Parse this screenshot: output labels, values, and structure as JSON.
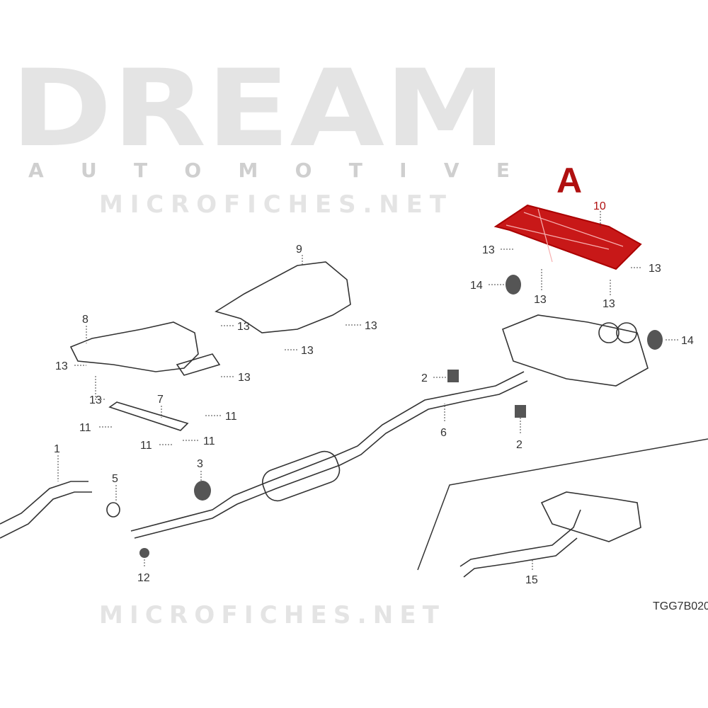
{
  "title_marker": "A",
  "highlight_color": "#b01010",
  "watermarks": {
    "site_top": "MICROFICHES.NET",
    "site_bottom": "MICROFICHES.NET",
    "brand": "DREAM",
    "brand_sub": "A U T O M O T I V E"
  },
  "diagram_code": "TGG7B020",
  "callouts": {
    "p10": "10",
    "p9": "9",
    "p8": "8",
    "p7": "7",
    "p6": "6",
    "p5": "5",
    "p3": "3",
    "p1": "1",
    "p12": "12",
    "p15": "15",
    "p2a": "2",
    "p2b": "2",
    "p14a": "14",
    "p14b": "14",
    "p13a": "13",
    "p13b": "13",
    "p13c": "13",
    "p13d": "13",
    "p13e": "13",
    "p13f": "13",
    "p13g": "13",
    "p13h": "13",
    "p13i": "13",
    "p13j": "13",
    "p11a": "11",
    "p11b": "11",
    "p11c": "11",
    "p11d": "11"
  }
}
